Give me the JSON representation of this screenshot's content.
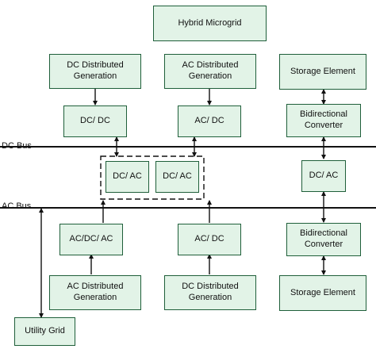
{
  "title": "Hybrid Microgrid",
  "buses": {
    "dc": "DC Bus",
    "ac": "AC Bus"
  },
  "top_row": {
    "dc_gen": "DC Distributed Generation",
    "ac_gen": "AC Distributed Generation",
    "storage": "Storage Element"
  },
  "converters_top": {
    "dcdc": "DC/ DC",
    "acdc": "AC/ DC",
    "bidirectional": "Bidirectional Converter"
  },
  "middle": {
    "dcac_1": "DC/ AC",
    "dcac_2": "DC/ AC",
    "dcac_right": "DC/ AC"
  },
  "converters_bottom": {
    "acdcac": "AC/DC/ AC",
    "acdc": "AC/ DC",
    "bidirectional": "Bidirectional Converter"
  },
  "bottom_row": {
    "ac_gen": "AC Distributed Generation",
    "dc_gen": "DC Distributed Generation",
    "storage": "Storage Element"
  },
  "utility": "Utility Grid",
  "colors": {
    "box_fill": "#e2f3e7",
    "box_border": "#1f5f3a",
    "line": "#111111"
  }
}
